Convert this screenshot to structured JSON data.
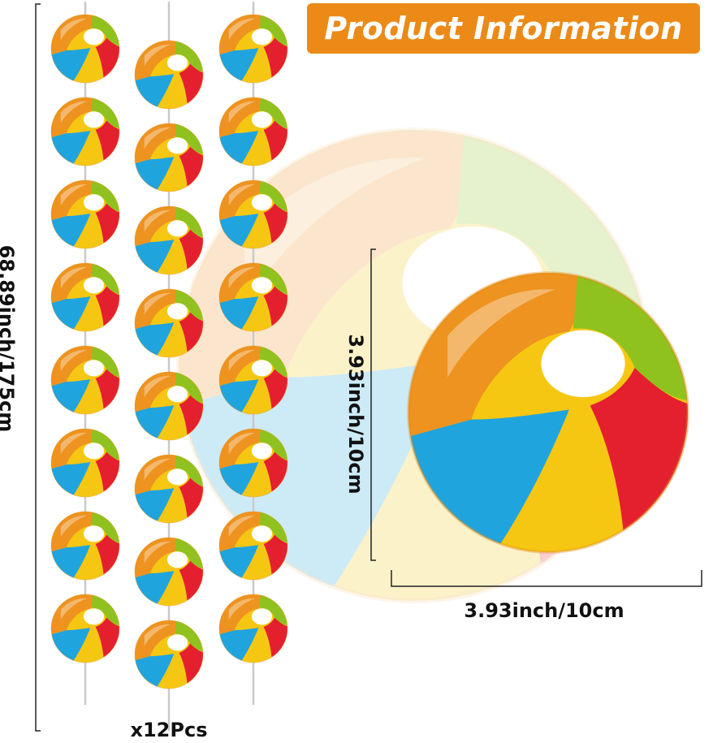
{
  "banner": {
    "title": "Product Information"
  },
  "dimensions": {
    "total_length": "68.89inch/175cm",
    "ball_height": "3.93inch/10cm",
    "ball_width": "3.93inch/10cm",
    "quantity": "x12Pcs"
  },
  "colors": {
    "banner": "#ec8a17",
    "ball_orange": "#ee9320",
    "ball_yellow": "#f6c712",
    "ball_green": "#8fc21f",
    "ball_red": "#e4202e",
    "ball_blue": "#20a4de",
    "ball_white": "#ffffff"
  }
}
